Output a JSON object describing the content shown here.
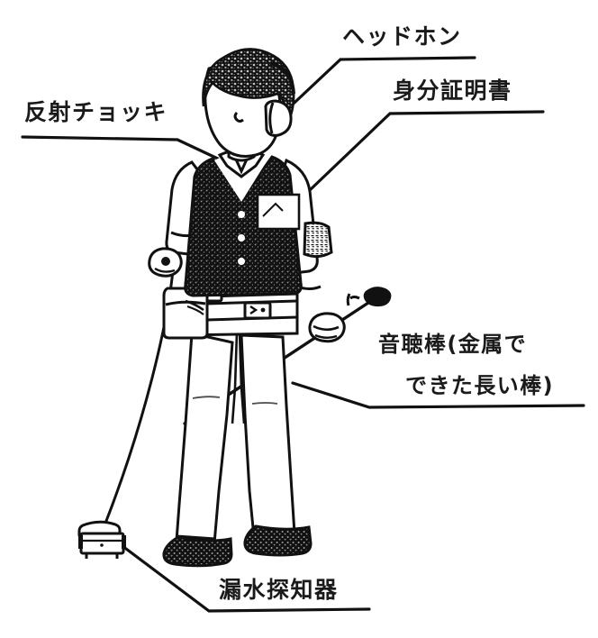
{
  "figure": {
    "kind": "hand-drawn-line-illustration",
    "subject": "water-leak-inspection-worker",
    "background_color": "#ffffff",
    "ink_color": "#111111"
  },
  "labels": {
    "headphone": "ヘッドホン",
    "id_card": "身分証明書",
    "reflective_vest": "反射チョッキ",
    "listening_rod_line1": "音聴棒(金属で",
    "listening_rod_line2": "できた長い棒)",
    "leak_detector": "漏水探知器"
  },
  "parts": {
    "hair": "curly-textured-hair",
    "headphone": "over-ear-headphone",
    "face": "blank-face",
    "collar": "shirt-collar",
    "vest": "dark-reflective-vest",
    "id_badge": "white-id-badge-pocket",
    "armband": "arm-band-with-text",
    "belt": "waist-belt-with-buckle",
    "tool_pouch": "hip-tool-pouch",
    "left_hand": "hand-holding-cable",
    "right_hand": "hand-holding-rod",
    "trousers": "light-work-trousers",
    "shoes": "dark-textured-work-shoes",
    "listening_rod": "long-metal-listening-rod",
    "detector": "portable-leak-detector-unit",
    "cable": "detector-cable"
  }
}
